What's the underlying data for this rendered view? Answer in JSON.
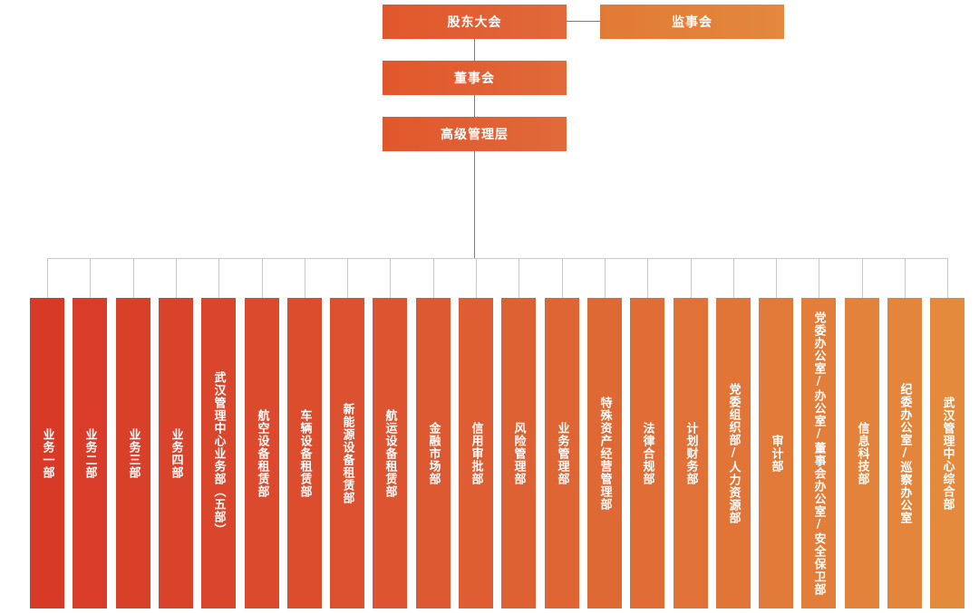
{
  "top": {
    "shareholders": "股东大会",
    "supervisors": "监事会",
    "board": "董事会",
    "management": "高级管理层"
  },
  "departments": [
    {
      "label": "业务一部",
      "color": "#d83a28"
    },
    {
      "label": "业务二部",
      "color": "#d93d29"
    },
    {
      "label": "业务三部",
      "color": "#d9402a"
    },
    {
      "label": "业务四部",
      "color": "#da432b"
    },
    {
      "label": "武汉管理中心业务部（五部）",
      "color": "#da462c"
    },
    {
      "label": "航空设备租赁部",
      "color": "#db4a2d"
    },
    {
      "label": "车辆设备租赁部",
      "color": "#dc4d2e"
    },
    {
      "label": "新能源设备租赁部",
      "color": "#dc512f"
    },
    {
      "label": "航运设备租赁部",
      "color": "#dd5530"
    },
    {
      "label": "金融市场部",
      "color": "#dd5931"
    },
    {
      "label": "信用审批部",
      "color": "#de5d32"
    },
    {
      "label": "风险管理部",
      "color": "#de6133"
    },
    {
      "label": "业务管理部",
      "color": "#df6534"
    },
    {
      "label": "特殊资产经营管理部",
      "color": "#df6935"
    },
    {
      "label": "法律合规部",
      "color": "#e06d36"
    },
    {
      "label": "计划财务部",
      "color": "#e07137"
    },
    {
      "label": "党委组织部/人力资源部",
      "color": "#e17538"
    },
    {
      "label": "审计部",
      "color": "#e17939"
    },
    {
      "label": "党委办公室/办公室/董事会办公室/安全保卫部",
      "color": "#e27d3a"
    },
    {
      "label": "信息科技部",
      "color": "#e2823b"
    },
    {
      "label": "纪委办公室/巡察办公室",
      "color": "#e3863c"
    },
    {
      "label": "武汉管理中心综合部",
      "color": "#e38a3d"
    }
  ]
}
